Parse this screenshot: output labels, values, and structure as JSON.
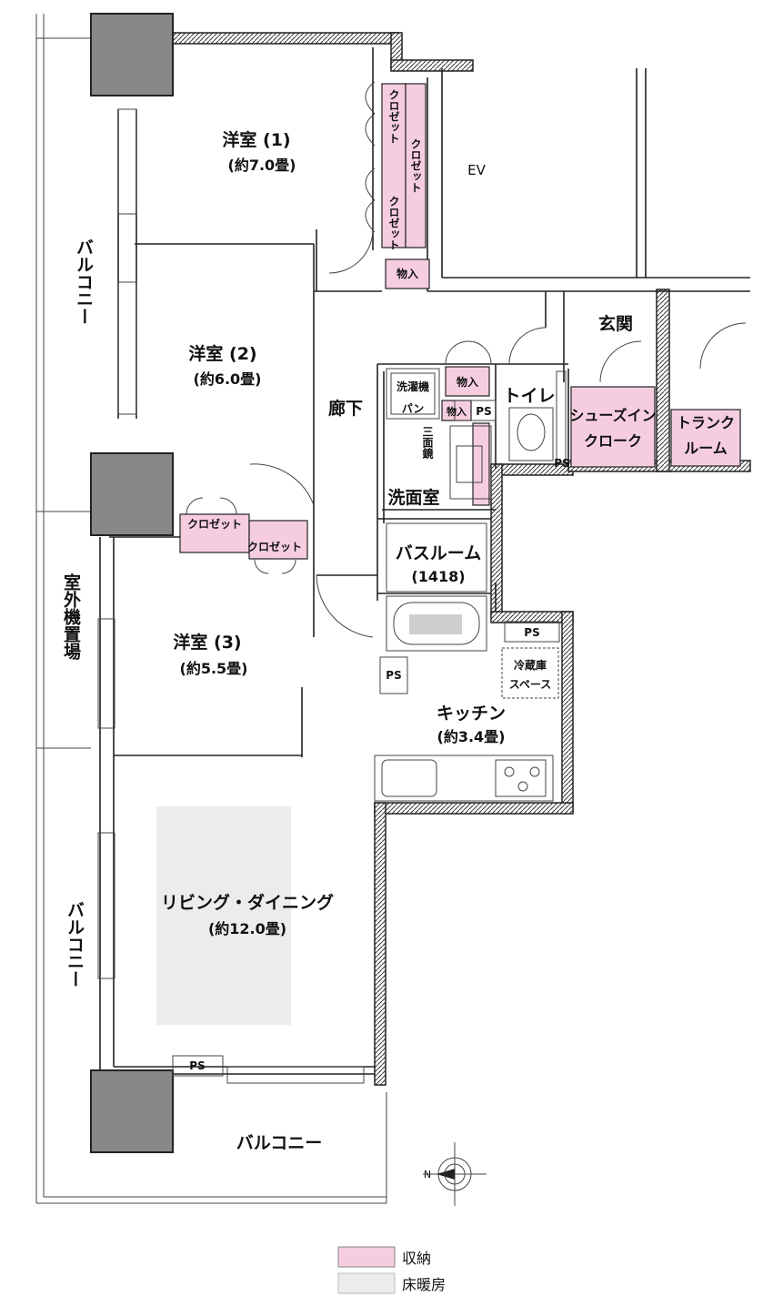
{
  "rooms": {
    "western1": {
      "name": "洋室 (1)",
      "area": "(約7.0畳)"
    },
    "western2": {
      "name": "洋室 (2)",
      "area": "(約6.0畳)"
    },
    "western3": {
      "name": "洋室 (3)",
      "area": "(約5.5畳)"
    },
    "living": {
      "name": "リビング・ダイニング",
      "area": "(約12.0畳)"
    },
    "kitchen": {
      "name": "キッチン",
      "area": "(約3.4畳)"
    },
    "corridor": "廊下",
    "entrance": "玄関",
    "toilet": "トイレ",
    "washroom": "洗面室",
    "bathroom": {
      "name": "バスルーム",
      "size": "(1418)"
    },
    "shoe_closet": {
      "line1": "シューズイン",
      "line2": "クローク"
    },
    "trunk_room": {
      "line1": "トランク",
      "line2": "ルーム"
    },
    "ev": "EV",
    "balcony_top_left": "バルコニー",
    "outdoor_unit": "室外機置場",
    "balcony_bottom_left": "バルコニー",
    "balcony_bottom": "バルコニー"
  },
  "fixtures": {
    "closet": "クロゼット",
    "storage": "物入",
    "ps": "PS",
    "washer": "洗濯機",
    "pan": "パン",
    "mirror": "三面鏡",
    "fridge": {
      "line1": "冷蔵庫",
      "line2": "スペース"
    }
  },
  "compass": "N",
  "legend": [
    {
      "label": "収納",
      "color": "#f6cde0"
    },
    {
      "label": "床暖房",
      "color": "#ececec"
    }
  ]
}
